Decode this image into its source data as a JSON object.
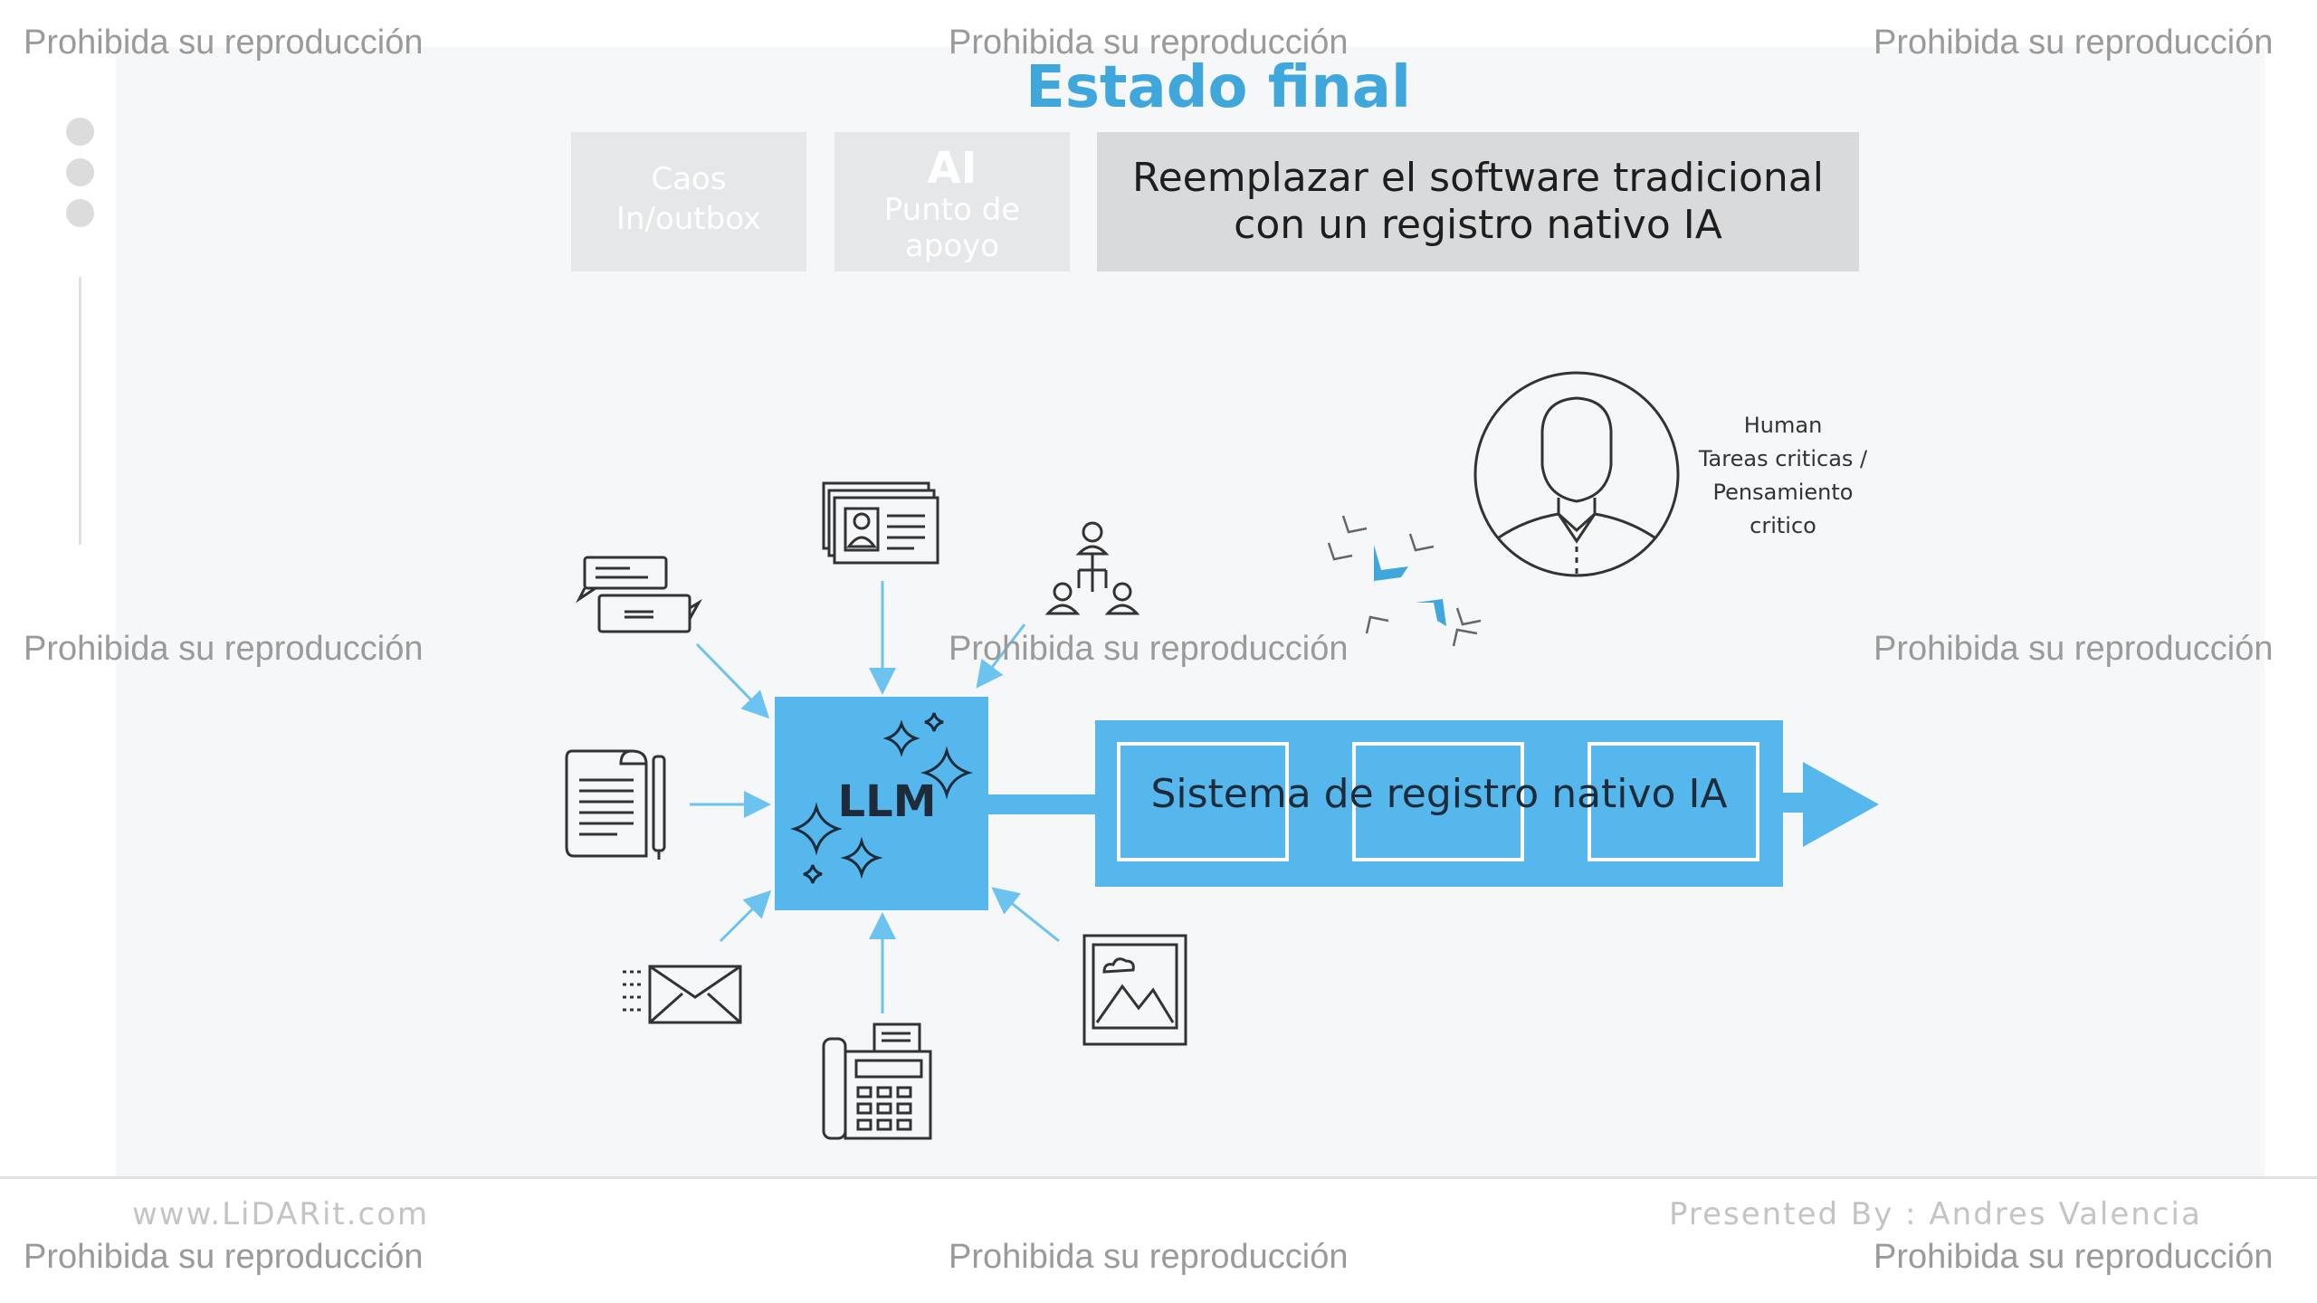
{
  "slide": {
    "title": "Estado final",
    "stages": [
      {
        "label": "Caos\nIn/outbox"
      },
      {
        "big": "AI",
        "label": "Punto de\napoyo"
      },
      {
        "label": "Reemplazar el software tradicional\ncon un registro nativo IA"
      }
    ],
    "llm_label": "LLM",
    "system_label": "Sistema de registro nativo IA",
    "human": {
      "line1": "Human",
      "line2": "Tareas criticas /",
      "line3": "Pensamiento",
      "line4": "critico"
    }
  },
  "footer": {
    "website": "www.LiDARit.com",
    "presenter": "Presented By : Andres Valencia"
  },
  "watermark": "Prohibida su reproducción",
  "colors": {
    "accent_blue": "#55b7ec",
    "title_blue": "#3fa7dc",
    "arrow_blue": "#6cc3ef",
    "icon_dark": "#333333"
  },
  "icons": [
    "chat-icon",
    "id-cards-icon",
    "org-chart-icon",
    "document-pen-icon",
    "sparkles-icon",
    "mail-icon",
    "fax-phone-icon",
    "image-icon",
    "person-icon",
    "chevrons-icon"
  ]
}
